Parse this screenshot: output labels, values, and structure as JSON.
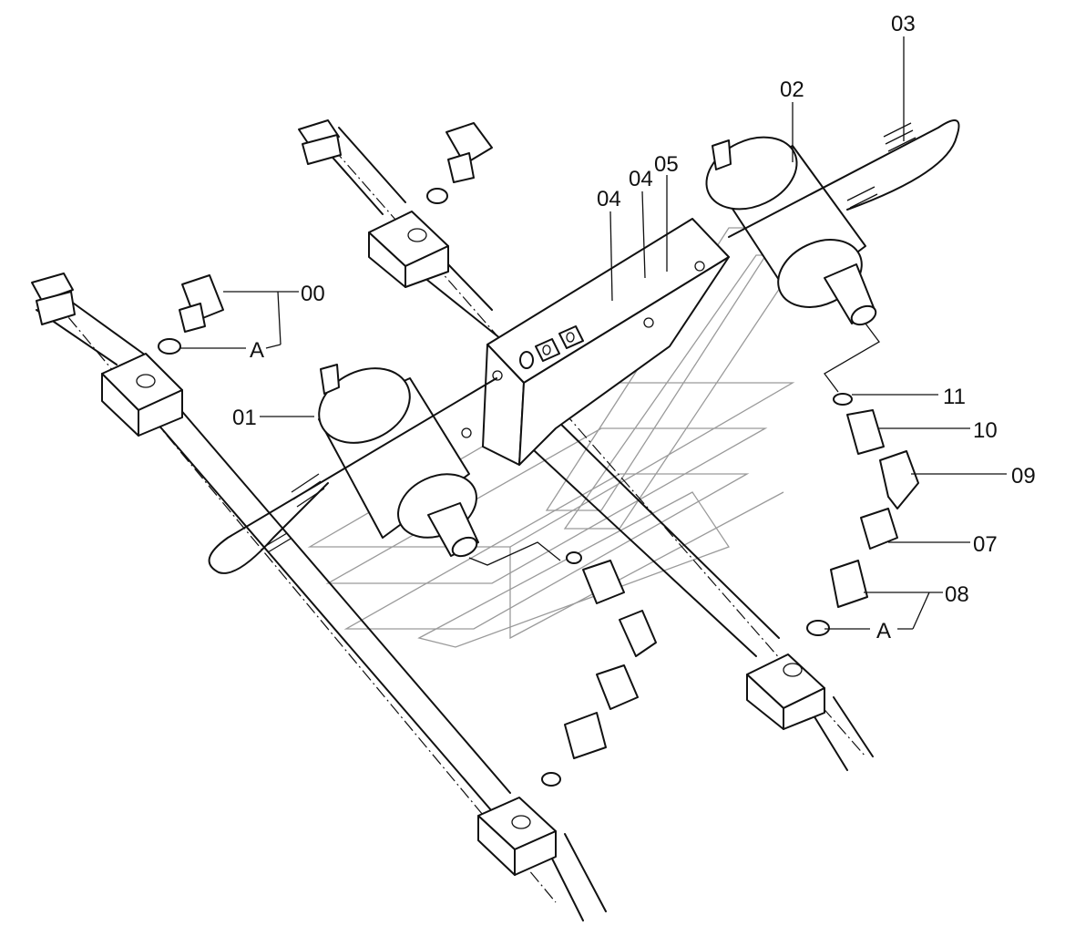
{
  "diagram": {
    "labels": [
      {
        "id": "00",
        "text": "00"
      },
      {
        "id": "01",
        "text": "01"
      },
      {
        "id": "02",
        "text": "02"
      },
      {
        "id": "03",
        "text": "03"
      },
      {
        "id": "04a",
        "text": "04"
      },
      {
        "id": "04b",
        "text": "04"
      },
      {
        "id": "05",
        "text": "05"
      },
      {
        "id": "07",
        "text": "07"
      },
      {
        "id": "08",
        "text": "08"
      },
      {
        "id": "09",
        "text": "09"
      },
      {
        "id": "10",
        "text": "10"
      },
      {
        "id": "11",
        "text": "11"
      },
      {
        "id": "A1",
        "text": "A"
      },
      {
        "id": "A2",
        "text": "A"
      }
    ]
  }
}
